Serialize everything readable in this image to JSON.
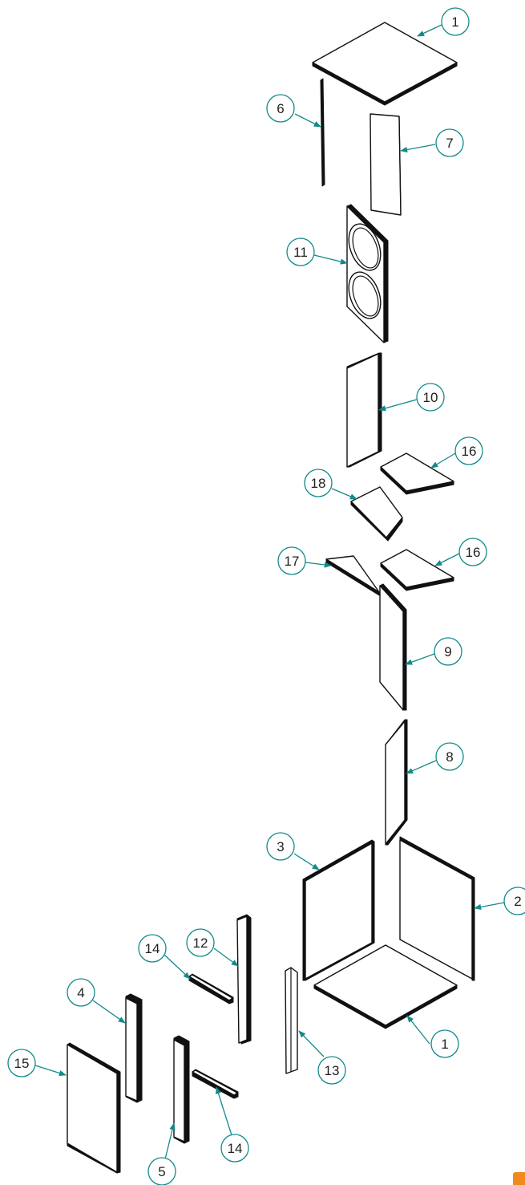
{
  "callouts": {
    "c1_top": "1",
    "c6": "6",
    "c7": "7",
    "c11": "11",
    "c10": "10",
    "c16_a": "16",
    "c18": "18",
    "c17": "17",
    "c16_b": "16",
    "c9": "9",
    "c8": "8",
    "c3": "3",
    "c2": "2",
    "c12": "12",
    "c14_a": "14",
    "c4": "4",
    "c13": "13",
    "c1_bottom": "1",
    "c15": "15",
    "c14_b": "14",
    "c5": "5"
  },
  "colors": {
    "callout": "#128a8a",
    "line": "#111111",
    "corner_mark": "#f08a1c"
  }
}
